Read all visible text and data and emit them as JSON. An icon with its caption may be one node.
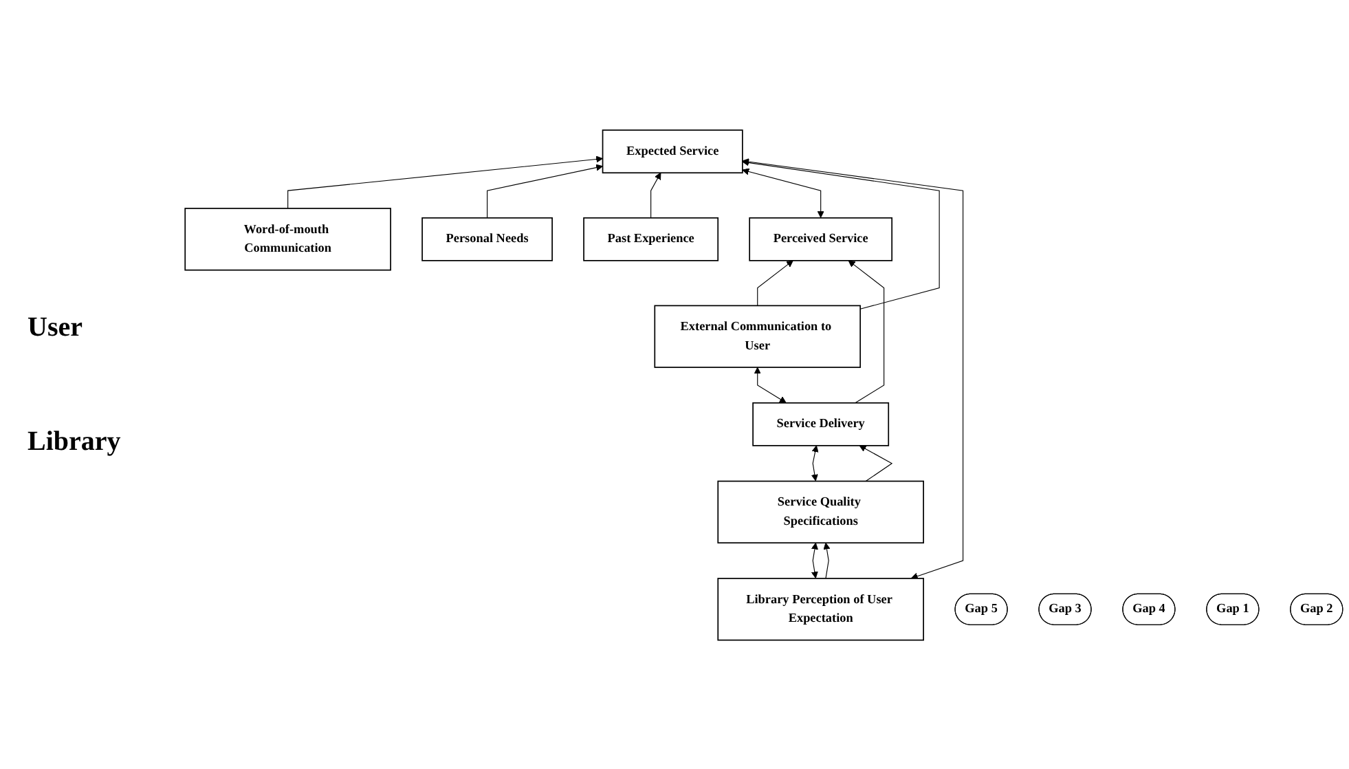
{
  "diagram": {
    "nodes": [
      {
        "text": [
          "Word-of-mouth Communication"
        ]
      },
      {
        "text": [
          "Personal Needs"
        ]
      },
      {
        "text": [
          "Past Experience"
        ]
      },
      {
        "text": [
          "Expected Service"
        ]
      },
      {
        "text": [
          "Perceived Service"
        ]
      },
      {
        "text": [
          "Service Delivery"
        ]
      },
      {
        "text": [
          "External Communication to User"
        ]
      },
      {
        "text": [
          "Service Quality Specifications"
        ]
      },
      {
        "text": [
          "Library Perception of User Expectation"
        ]
      },
      {
        "text": [
          "Gap 5"
        ]
      },
      {
        "text": [
          "Gap 3"
        ]
      },
      {
        "text": [
          "Gap 4"
        ]
      },
      {
        "text": [
          "Gap 1"
        ]
      },
      {
        "text": [
          "Gap 2"
        ]
      }
    ],
    "edges": [
      {
        "from": 0,
        "to": 3,
        "arrow": "to"
      },
      {
        "from": 1,
        "to": 3,
        "arrow": "to"
      },
      {
        "from": 2,
        "to": 3,
        "arrow": "to"
      },
      {
        "from": 4,
        "to": 3,
        "arrow": "both"
      },
      {
        "from": 6,
        "to": 3,
        "arrow": "to"
      },
      {
        "from": 6,
        "to": 4,
        "arrow": "to"
      },
      {
        "from": 5,
        "to": 4,
        "arrow": "to"
      },
      {
        "from": 5,
        "to": 6,
        "arrow": "both"
      },
      {
        "from": 7,
        "to": 5,
        "arrow": "both"
      },
      {
        "from": 7,
        "to": 5,
        "arrow": "to"
      },
      {
        "from": 8,
        "to": 7,
        "arrow": "both"
      },
      {
        "from": 8,
        "to": 7,
        "arrow": "to"
      },
      {
        "from": 8,
        "to": 3,
        "arrow": "both"
      }
    ],
    "labels": [
      "User",
      "Library"
    ]
  }
}
